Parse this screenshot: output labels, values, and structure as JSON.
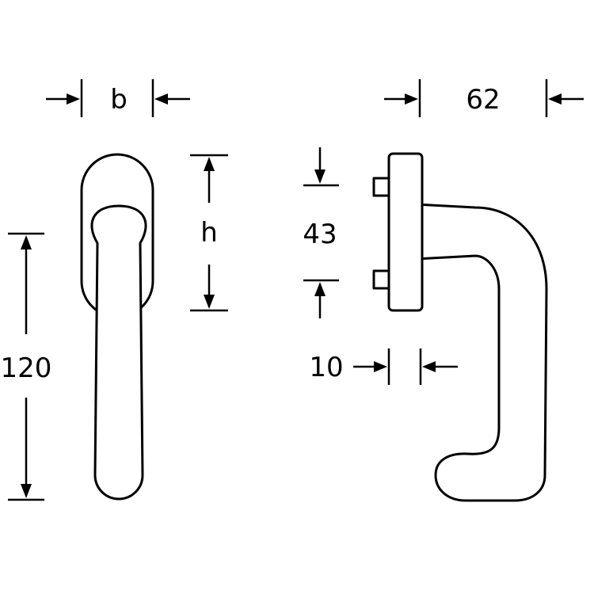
{
  "labels": {
    "width_b": "b",
    "height_h": "h",
    "length_120": "120",
    "projection_62": "62",
    "spacing_43": "43",
    "base_10": "10"
  },
  "colors": {
    "line": "#000000",
    "background": "#ffffff"
  }
}
